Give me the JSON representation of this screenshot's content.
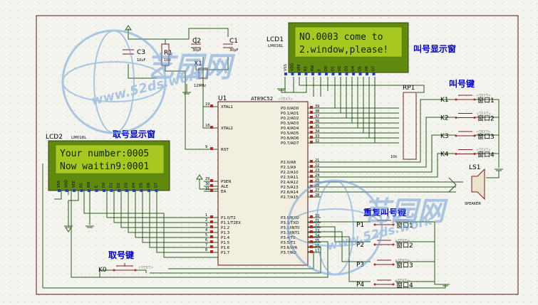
{
  "mcu": {
    "ref": "U1",
    "part": "AT89C52",
    "tag": "<TEXT>",
    "left_pins": [
      {
        "num": "19",
        "name": "XTAL1"
      },
      {
        "num": "18",
        "name": "XTAL2"
      },
      {
        "num": "9",
        "name": "RST"
      },
      {
        "num": "29",
        "name": "PSEN"
      },
      {
        "num": "30",
        "name": "ALE"
      },
      {
        "num": "31",
        "name": "EA"
      },
      {
        "num": "1",
        "name": "P1.0/T2"
      },
      {
        "num": "2",
        "name": "P1.1/T2EX"
      },
      {
        "num": "3",
        "name": "P1.2"
      },
      {
        "num": "4",
        "name": "P1.3"
      },
      {
        "num": "5",
        "name": "P1.4"
      },
      {
        "num": "6",
        "name": "P1.5"
      },
      {
        "num": "7",
        "name": "P1.6"
      },
      {
        "num": "8",
        "name": "P1.7"
      }
    ],
    "right_pins": [
      {
        "num": "39",
        "name": "P0.0/AD0"
      },
      {
        "num": "38",
        "name": "P0.1/AD1"
      },
      {
        "num": "37",
        "name": "P0.2/AD2"
      },
      {
        "num": "36",
        "name": "P0.3/AD3"
      },
      {
        "num": "35",
        "name": "P0.4/AD4"
      },
      {
        "num": "34",
        "name": "P0.5/AD5"
      },
      {
        "num": "33",
        "name": "P0.6/AD6"
      },
      {
        "num": "32",
        "name": "P0.7/AD7"
      },
      {
        "num": "21",
        "name": "P2.0/A8"
      },
      {
        "num": "22",
        "name": "P2.1/A9"
      },
      {
        "num": "23",
        "name": "P2.2/A10"
      },
      {
        "num": "24",
        "name": "P2.3/A11"
      },
      {
        "num": "25",
        "name": "P2.4/A12"
      },
      {
        "num": "26",
        "name": "P2.5/A13"
      },
      {
        "num": "27",
        "name": "P2.6/A14"
      },
      {
        "num": "28",
        "name": "P2.7/A15"
      },
      {
        "num": "10",
        "name": "P3.0/RXD"
      },
      {
        "num": "11",
        "name": "P3.1/TXD"
      },
      {
        "num": "12",
        "name": "P3.2/INT0"
      },
      {
        "num": "13",
        "name": "P3.3/INT1"
      },
      {
        "num": "14",
        "name": "P3.4/T0"
      },
      {
        "num": "15",
        "name": "P3.5/T1"
      },
      {
        "num": "16",
        "name": "P3.6/WR"
      },
      {
        "num": "17",
        "name": "P3.7/RD"
      }
    ]
  },
  "lcd1": {
    "ref": "LCD1",
    "part": "LM016L",
    "line1": "NO.0003 come to",
    "line2": "2.window,please!",
    "caption": "叫号显示窗"
  },
  "lcd2": {
    "ref": "LCD2",
    "part": "LM016L",
    "line1": "Your number:0005",
    "line2": "Now waitin9:0001",
    "caption": "取号显示窗"
  },
  "lcd_pins": [
    "VSS",
    "VDD",
    "VEE",
    "RS",
    "RW",
    "E",
    "D0",
    "D1",
    "D2",
    "D3",
    "D4",
    "D5",
    "D6",
    "D7"
  ],
  "passives": {
    "c3": {
      "ref": "C3",
      "value": "10uF"
    },
    "r1": {
      "ref": "R1",
      "value": "10k"
    },
    "c2": {
      "ref": "C2",
      "value": "30pF"
    },
    "c1": {
      "ref": "C1",
      "value": "30pF"
    },
    "x1": {
      "ref": "X1",
      "value": "12MHz"
    },
    "rp1": {
      "ref": "RP1",
      "value": "10k"
    }
  },
  "speaker": {
    "ref": "LS1",
    "part": "SPEAKER"
  },
  "call_keys": {
    "caption": "叫号键",
    "keys": [
      {
        "ref": "K1",
        "label": "窗口1"
      },
      {
        "ref": "K2",
        "label": "窗口2"
      },
      {
        "ref": "K3",
        "label": "窗口3"
      },
      {
        "ref": "K4",
        "label": "窗口4"
      }
    ]
  },
  "repeat_keys": {
    "caption": "重复叫号键",
    "keys": [
      {
        "ref": "P1",
        "label": "窗口1"
      },
      {
        "ref": "P2",
        "label": "窗口2"
      },
      {
        "ref": "P3",
        "label": "窗口3"
      },
      {
        "ref": "P4",
        "label": "窗口4"
      }
    ]
  },
  "take_key": {
    "ref": "K0",
    "caption": "取号键"
  },
  "text_tag": "<TEXT>",
  "watermark": {
    "brand": "艺园网",
    "url": "www.52ds.work"
  }
}
